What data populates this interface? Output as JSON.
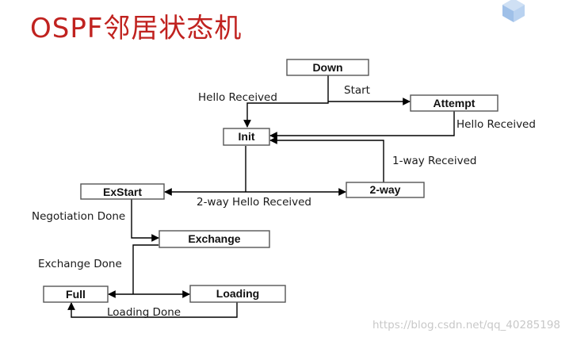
{
  "title": "OSPF邻居状态机",
  "states": {
    "down": "Down",
    "attempt": "Attempt",
    "init": "Init",
    "exstart": "ExStart",
    "two_way": "2-way",
    "exchange": "Exchange",
    "full": "Full",
    "loading": "Loading"
  },
  "transitions": {
    "start": "Start",
    "hello_received_down": "Hello Received",
    "hello_received_attempt": "Hello Received",
    "one_way_received": "1-way Received",
    "two_way_hello_received": "2-way Hello Received",
    "negotiation_done": "Negotiation Done",
    "exchange_done": "Exchange Done",
    "loading_done": "Loading Done"
  },
  "logo_icon": "cube-logo-icon",
  "watermark": "https://blog.csdn.net/qq_40285198",
  "colors": {
    "title": "#c0221f",
    "watermark": "#c8c8c8"
  }
}
